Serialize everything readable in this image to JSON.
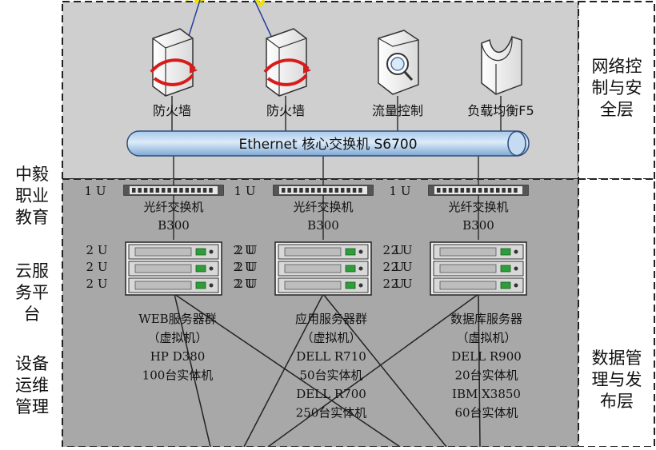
{
  "left_title": {
    "lines1": [
      "中毅",
      "职业",
      "教育"
    ],
    "lines2": [
      "云服",
      "务平",
      "台"
    ],
    "lines3": [
      "设备",
      "运维",
      "管理"
    ]
  },
  "right_top": [
    "网络控",
    "制与安",
    "全层"
  ],
  "right_bottom": [
    "数据管",
    "理与发",
    "布层"
  ],
  "top_devices": [
    {
      "label": "防火墙",
      "icon": "firewall-icon"
    },
    {
      "label": "防火墙",
      "icon": "firewall-icon"
    },
    {
      "label": "流量控制",
      "icon": "traffic-control-icon"
    },
    {
      "label": "负载均衡F5",
      "icon": "load-balancer-icon"
    }
  ],
  "core_switch": "Ethernet 核心交换机 S6700",
  "fiber_switches": [
    {
      "u": "1 U",
      "name": "光纤交换机",
      "model": "B300"
    },
    {
      "u": "1 U",
      "name": "光纤交换机",
      "model": "B300"
    },
    {
      "u": "1 U",
      "name": "光纤交换机",
      "model": "B300"
    }
  ],
  "server_u": [
    "2 U",
    "2 U",
    "2 U"
  ],
  "server_groups": [
    {
      "lines": [
        "WEB服务器群",
        "（虚拟机）",
        "HP D380",
        "100台实体机"
      ]
    },
    {
      "lines": [
        "应用服务器群",
        "（虚拟机）",
        "DELL R710",
        "50台实体机",
        "DELL R700",
        "250台实体机"
      ]
    },
    {
      "lines": [
        "数据库服务器",
        "（虚拟机）",
        "DELL R900",
        "20台实体机",
        "IBM X3850",
        "60台实体机"
      ]
    }
  ]
}
